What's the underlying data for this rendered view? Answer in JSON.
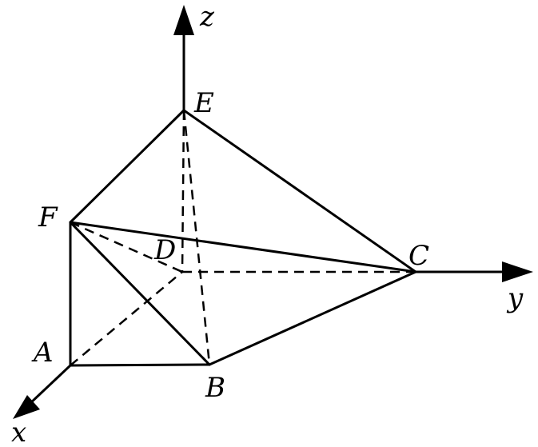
{
  "points": {
    "E": "E",
    "F": "F",
    "D": "D",
    "C": "C",
    "A": "A",
    "B": "B"
  },
  "axes": {
    "x": "x",
    "y": "y",
    "z": "z"
  }
}
